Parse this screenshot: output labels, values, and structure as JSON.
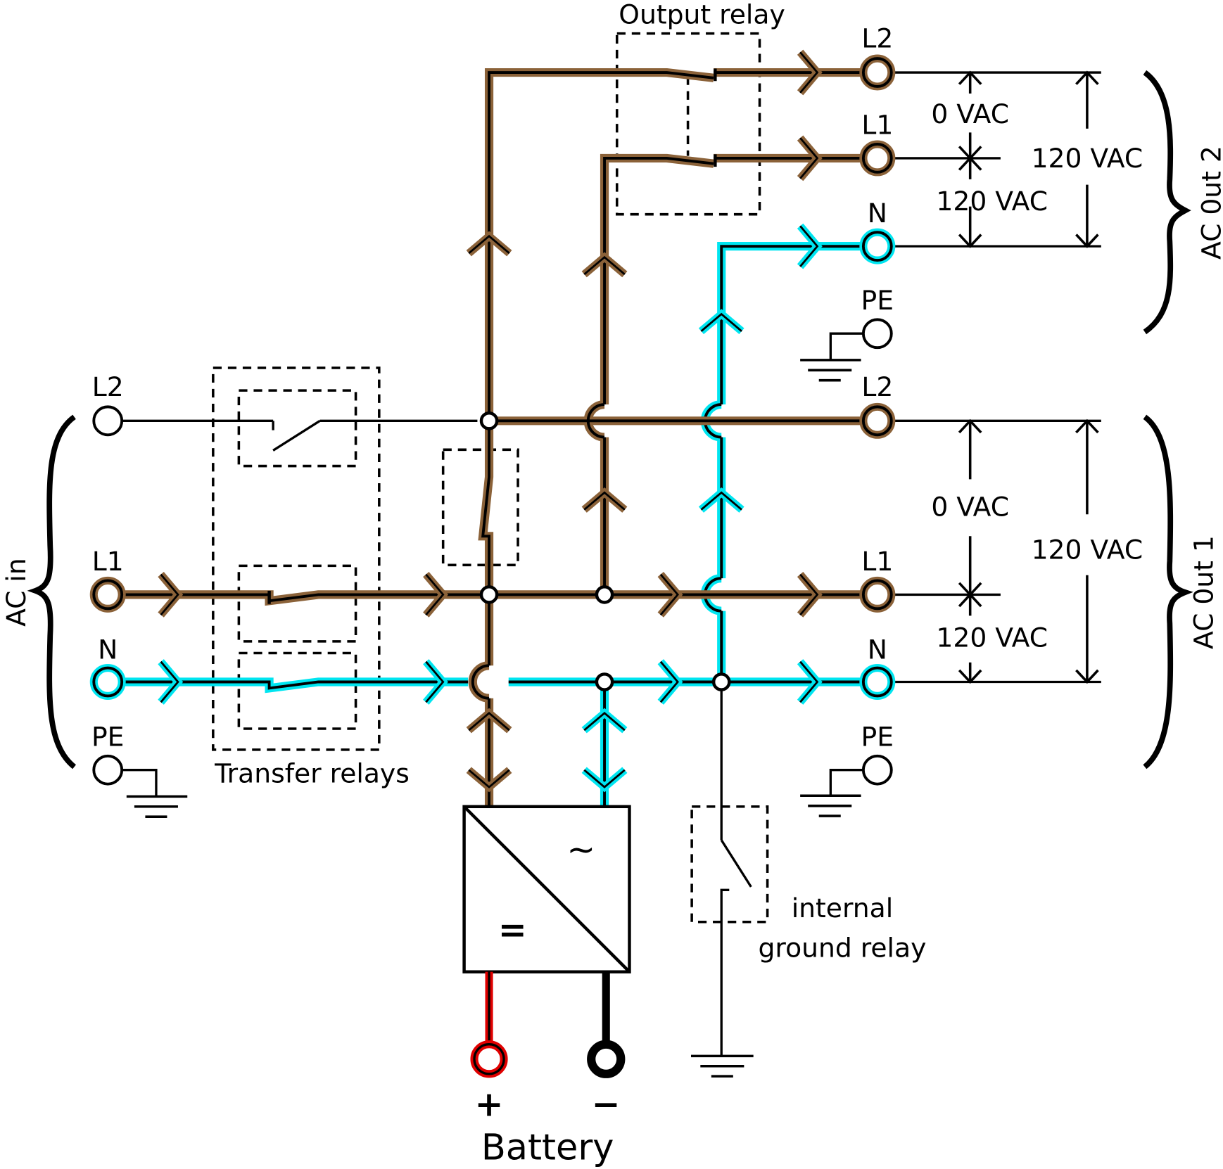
{
  "diagram": {
    "title": "Inverter/charger wiring with transfer relays, output relay and internal ground relay",
    "colors": {
      "line_conductor": "#8b6239",
      "neutral_conductor": "#00e5f0",
      "battery_positive": "#e00000",
      "battery_negative": "#000000",
      "wire": "#000000"
    },
    "ac_in": {
      "label": "AC in",
      "terminals": [
        "L2",
        "L1",
        "N",
        "PE"
      ]
    },
    "ac_out_1": {
      "label": "AC 0ut 1",
      "terminals": [
        "L2",
        "L1",
        "N",
        "PE"
      ],
      "voltages": {
        "l2_l1": "0 VAC",
        "l1_n": "120 VAC",
        "l2_n": "120 VAC"
      }
    },
    "ac_out_2": {
      "label": "AC 0ut 2",
      "terminals": [
        "L2",
        "L1",
        "N",
        "PE"
      ],
      "voltages": {
        "l2_l1": "0 VAC",
        "l1_n": "120 VAC",
        "l2_n": "120 VAC"
      }
    },
    "blocks": {
      "transfer_relays": "Transfer relays",
      "output_relay": "Output relay",
      "ground_relay_line1": "internal",
      "ground_relay_line2": "ground relay",
      "converter_ac_symbol": "~",
      "converter_dc_symbol": "="
    },
    "battery": {
      "label": "Battery",
      "positive": "+",
      "negative": "−"
    }
  }
}
